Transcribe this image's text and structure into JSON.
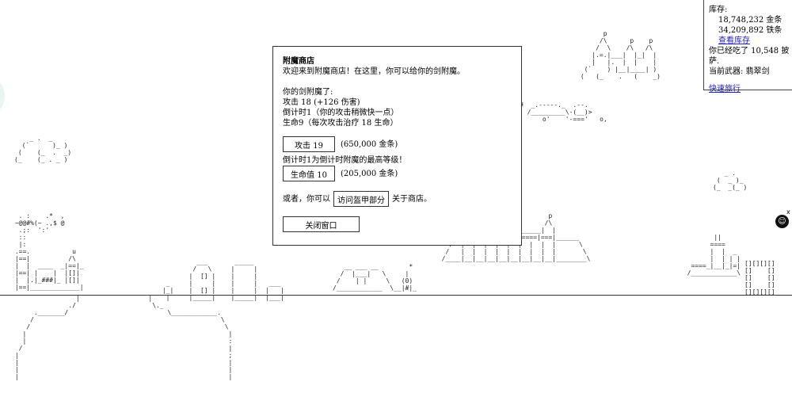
{
  "inventory": {
    "title": "库存:",
    "gold": "18,748,232 金条",
    "iron": "34,209,892 铁条",
    "view_link": "查看库存",
    "pizza": "你已经吃了 10,548 披萨.",
    "weapon": "当前武器: 翡翠剑",
    "travel_link": "快速旅行"
  },
  "shop": {
    "title": "附魔商店",
    "welcome": "欢迎来到附魔商店！在这里，你可以给你的剑附魔。",
    "enchant_heading": "你的剑附魔了:",
    "attack_line": "攻击 18 (+126 伤害)",
    "countdown_line": "倒计时1（你的攻击稍微快一点）",
    "life_line": "生命9（每次攻击治疗 18 生命）",
    "attack_button": "攻击 19",
    "attack_price": "(650,000 金条)",
    "max_note": "倒计时1为倒计时附魔的最高等级！",
    "life_button": "生命值 10",
    "life_price": "(205,000 金条)",
    "or_prefix": "或者，你可以",
    "visit_button": "访问盔甲部分",
    "or_suffix": "关于商店。",
    "close_button": "关闭窗口"
  },
  "corner": {
    "close_glyph": "x"
  },
  "icons": {
    "github": "github-icon",
    "x": "close-icon"
  }
}
